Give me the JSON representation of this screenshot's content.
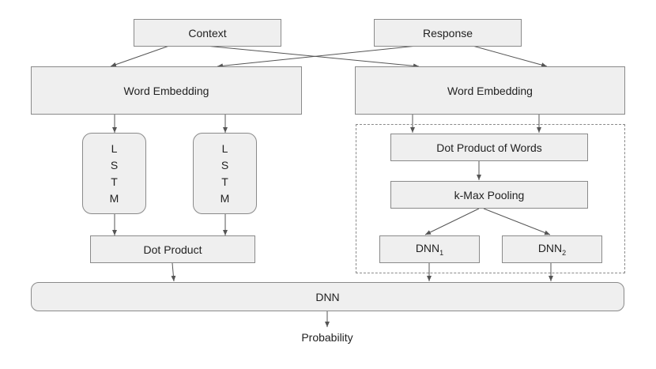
{
  "nodes": {
    "context": "Context",
    "response": "Response",
    "word_embedding_left": "Word Embedding",
    "word_embedding_right": "Word Embedding",
    "lstm_left": [
      "L",
      "S",
      "T",
      "M"
    ],
    "lstm_right": [
      "L",
      "S",
      "T",
      "M"
    ],
    "dot_product": "Dot Product",
    "dot_product_of_words": "Dot Product of Words",
    "k_max_pooling": "k-Max Pooling",
    "dnn1": {
      "base": "DNN",
      "sub": "1"
    },
    "dnn2": {
      "base": "DNN",
      "sub": "2"
    },
    "dnn": "DNN",
    "probability": "Probability"
  },
  "colors": {
    "box_fill": "#efefef",
    "box_stroke": "#8a8a8a",
    "arrow": "#555555"
  }
}
